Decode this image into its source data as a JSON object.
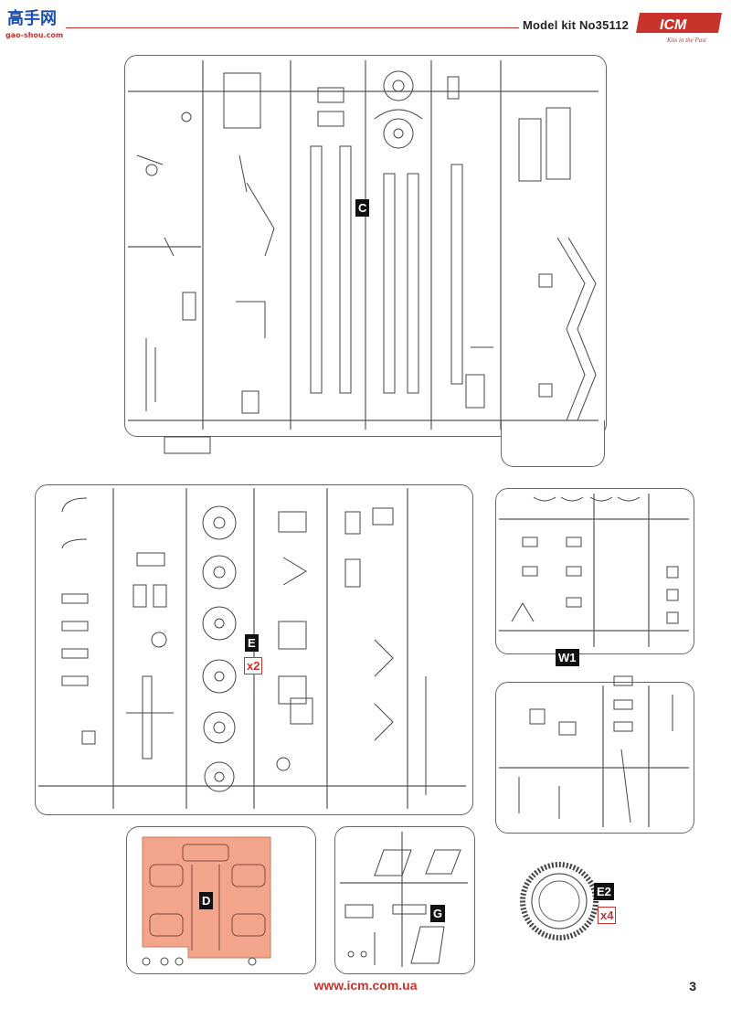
{
  "header": {
    "model_kit_title": "Model kit No35112",
    "brand": "ICM",
    "brand_tagline": "Kits in the Past",
    "watermark_text": "高手网",
    "watermark_url": "gao-shou.com"
  },
  "sprues": {
    "C": {
      "label": "C"
    },
    "E": {
      "label": "E",
      "qty": "x2"
    },
    "W1": {
      "label": "W1"
    },
    "D": {
      "label": "D"
    },
    "G": {
      "label": "G"
    },
    "E2": {
      "label": "E2",
      "qty": "x4"
    }
  },
  "footer": {
    "url": "www.icm.com.ua",
    "page_number": "3"
  },
  "colors": {
    "accent_red": "#c8332b",
    "sprue_d_fill": "#f2a58a"
  }
}
